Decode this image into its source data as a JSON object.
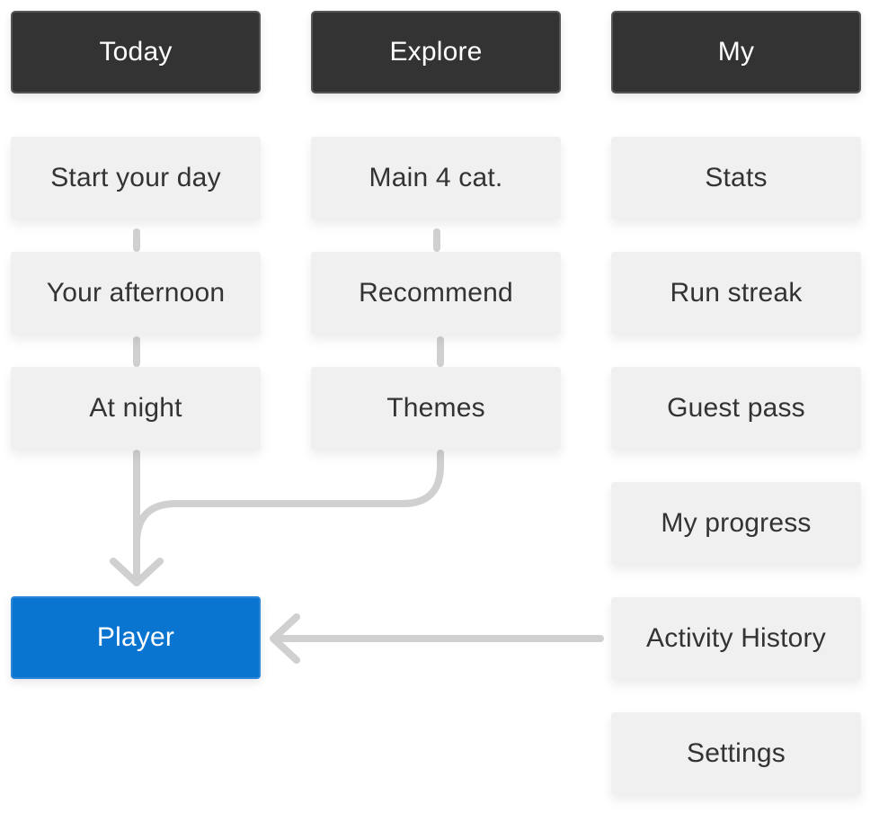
{
  "columns": {
    "today": {
      "header": "Today",
      "items": [
        "Start your day",
        "Your afternoon",
        "At night"
      ]
    },
    "explore": {
      "header": "Explore",
      "items": [
        "Main 4 cat.",
        "Recommend",
        "Themes"
      ]
    },
    "my": {
      "header": "My",
      "items": [
        "Stats",
        "Run streak",
        "Guest pass",
        "My progress",
        "Activity History",
        "Settings"
      ]
    }
  },
  "player": {
    "label": "Player"
  },
  "colors": {
    "header_bg": "#333333",
    "item_bg": "#f0f0f0",
    "player_bg": "#0a74d1",
    "connector": "#d0d0d0"
  }
}
